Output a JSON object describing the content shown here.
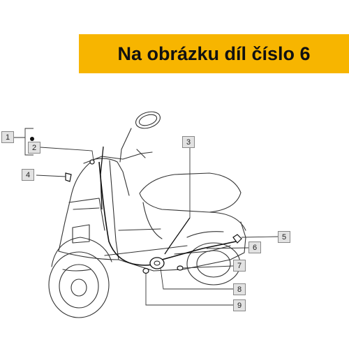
{
  "banner": {
    "text": "Na obrázku díl číslo 6",
    "color": "#f7b500"
  },
  "callouts": [
    "1",
    "2",
    "3",
    "4",
    "5",
    "6",
    "7",
    "8",
    "9"
  ],
  "colors": {
    "line": "#333333",
    "callout_fill": "#e2e2e2",
    "callout_border": "#888888"
  }
}
